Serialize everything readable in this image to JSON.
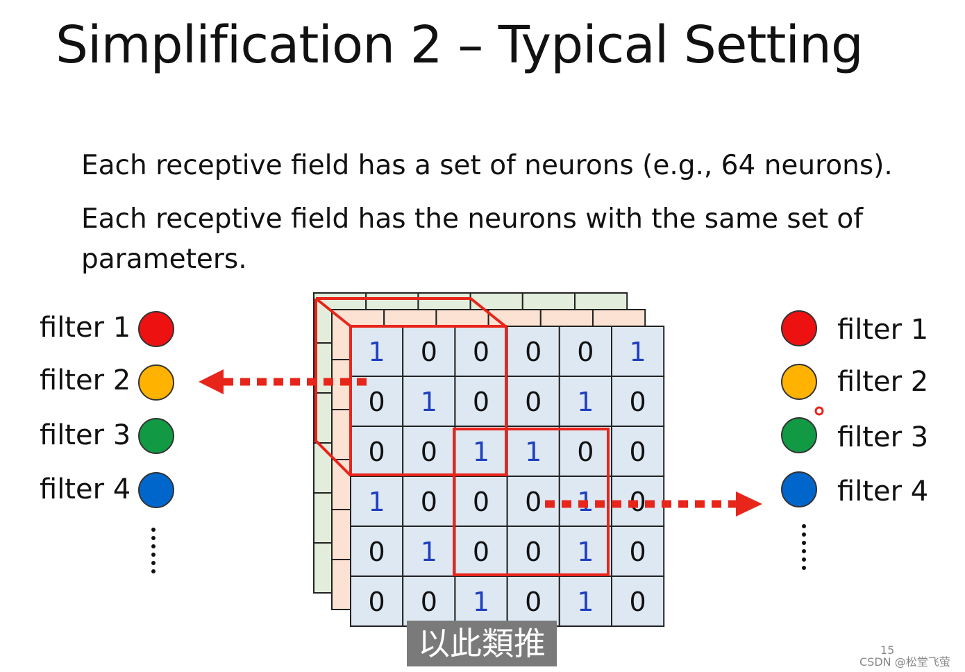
{
  "slide": {
    "title": "Simplification 2 – Typical Setting",
    "line1": "Each receptive field has a set of neurons (e.g., 64 neurons).",
    "line2": "Each receptive field has the neurons with the same set of",
    "line3": "parameters."
  },
  "filters_left": [
    {
      "label": "filter 1",
      "color": "#ee1111"
    },
    {
      "label": "filter 2",
      "color": "#ffb300"
    },
    {
      "label": "filter 3",
      "color": "#119944"
    },
    {
      "label": "filter 4",
      "color": "#0066cc"
    }
  ],
  "filters_right": [
    {
      "label": "filter 1",
      "color": "#ee1111"
    },
    {
      "label": "filter 2",
      "color": "#ffb300"
    },
    {
      "label": "filter 3",
      "color": "#119944"
    },
    {
      "label": "filter 4",
      "color": "#0066cc"
    }
  ],
  "ellipsis": "⋮",
  "image_matrix": [
    [
      1,
      0,
      0,
      0,
      0,
      1
    ],
    [
      0,
      1,
      0,
      0,
      1,
      0
    ],
    [
      0,
      0,
      1,
      1,
      0,
      0
    ],
    [
      1,
      0,
      0,
      0,
      1,
      0
    ],
    [
      0,
      1,
      0,
      0,
      1,
      0
    ],
    [
      0,
      0,
      1,
      0,
      1,
      0
    ]
  ],
  "colors": {
    "grid_front": "#dde8f3",
    "grid_mid": "#fbe2d3",
    "grid_back": "#e2eedb",
    "highlight": "#e8251b",
    "digit_one": "#1f3fbf",
    "digit_zero": "#111111"
  },
  "caption": "以此類推",
  "page_number": "15",
  "watermark": "CSDN @松堂飞萤"
}
